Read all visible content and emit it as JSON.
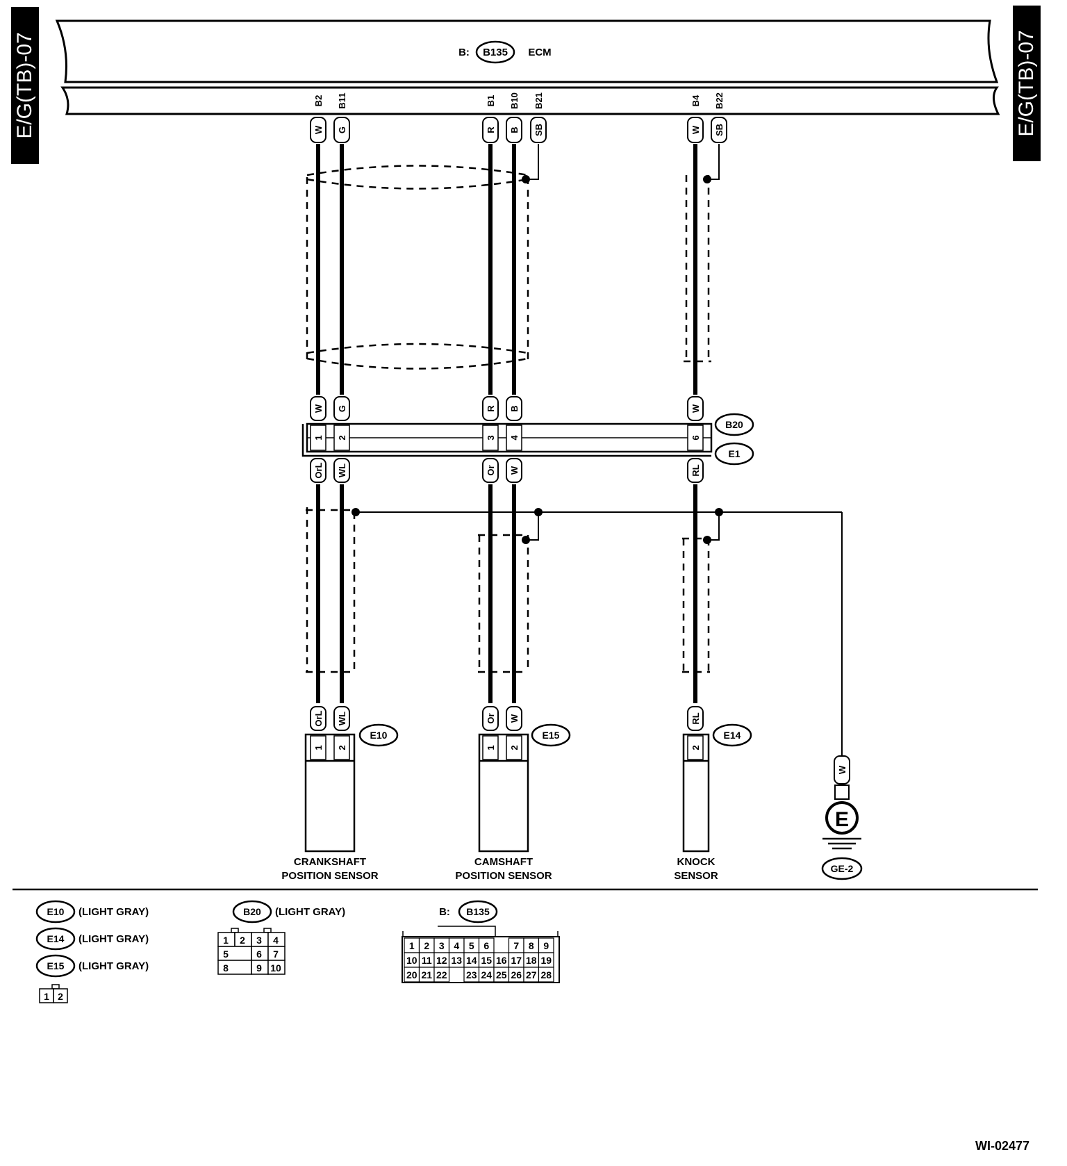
{
  "side_tabs": {
    "left": "E/G(TB)-07",
    "right": "E/G(TB)-07"
  },
  "ecm": {
    "prefix": "B:",
    "connector": "B135",
    "label": "ECM"
  },
  "ecm_pins": [
    "B2",
    "B11",
    "B1",
    "B10",
    "B21",
    "B4",
    "B22"
  ],
  "ecm_wire_colors": [
    "W",
    "G",
    "R",
    "B",
    "SB",
    "W",
    "SB"
  ],
  "joint": {
    "upper_colors": [
      "W",
      "G",
      "R",
      "B",
      "W"
    ],
    "pins": [
      "1",
      "2",
      "3",
      "4",
      "6"
    ],
    "lower_colors": [
      "OrL",
      "WL",
      "Or",
      "W",
      "RL"
    ],
    "connector_upper": "B20",
    "connector_lower": "E1"
  },
  "sensors": [
    {
      "connector": "E10",
      "wire_colors": [
        "OrL",
        "WL"
      ],
      "pins": [
        "1",
        "2"
      ],
      "name_line1": "CRANKSHAFT",
      "name_line2": "POSITION SENSOR"
    },
    {
      "connector": "E15",
      "wire_colors": [
        "Or",
        "W"
      ],
      "pins": [
        "1",
        "2"
      ],
      "name_line1": "CAMSHAFT",
      "name_line2": "POSITION SENSOR"
    },
    {
      "connector": "E14",
      "wire_colors": [
        "RL"
      ],
      "pins": [
        "2"
      ],
      "name_line1": "KNOCK",
      "name_line2": "SENSOR"
    }
  ],
  "ground": {
    "wire_color": "W",
    "symbol": "E",
    "label": "GE-2"
  },
  "legend": {
    "e_connectors": [
      {
        "id": "E10",
        "desc": "(LIGHT GRAY)"
      },
      {
        "id": "E14",
        "desc": "(LIGHT GRAY)"
      },
      {
        "id": "E15",
        "desc": "(LIGHT GRAY)"
      }
    ],
    "e_face": [
      "1",
      "2"
    ],
    "b20": {
      "id": "B20",
      "desc": "(LIGHT GRAY)"
    },
    "b20_face": [
      [
        "1",
        "2",
        "3",
        "4"
      ],
      [
        "5",
        "6",
        "7"
      ],
      [
        "8",
        "9",
        "10"
      ]
    ],
    "b135": {
      "prefix": "B:",
      "id": "B135"
    },
    "b135_face": [
      [
        "1",
        "2",
        "3",
        "4",
        "5",
        "6",
        "7",
        "8",
        "9"
      ],
      [
        "10",
        "11",
        "12",
        "13",
        "14",
        "15",
        "16",
        "17",
        "18",
        "19"
      ],
      [
        "20",
        "21",
        "22",
        "23",
        "24",
        "25",
        "26",
        "27",
        "28"
      ]
    ]
  },
  "figure_id": "WI-02477"
}
